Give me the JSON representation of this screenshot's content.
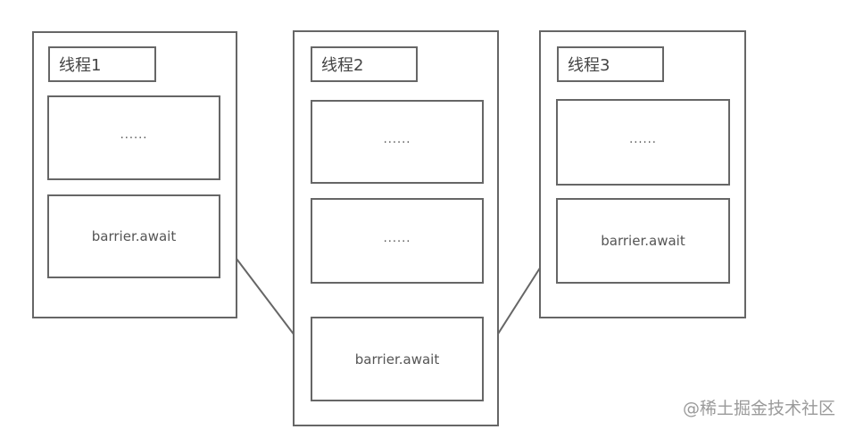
{
  "threads": [
    {
      "label": "线程1",
      "step1": "......",
      "barrier": "barrier.await"
    },
    {
      "label": "线程2",
      "step1": "......",
      "step2": "......",
      "barrier": "barrier.await"
    },
    {
      "label": "线程3",
      "step1": "......",
      "barrier": "barrier.await"
    }
  ],
  "watermark": "@稀土掘金技术社区",
  "colors": {
    "border": "#666666",
    "text": "#555555",
    "watermark": "#9a9a9a"
  }
}
